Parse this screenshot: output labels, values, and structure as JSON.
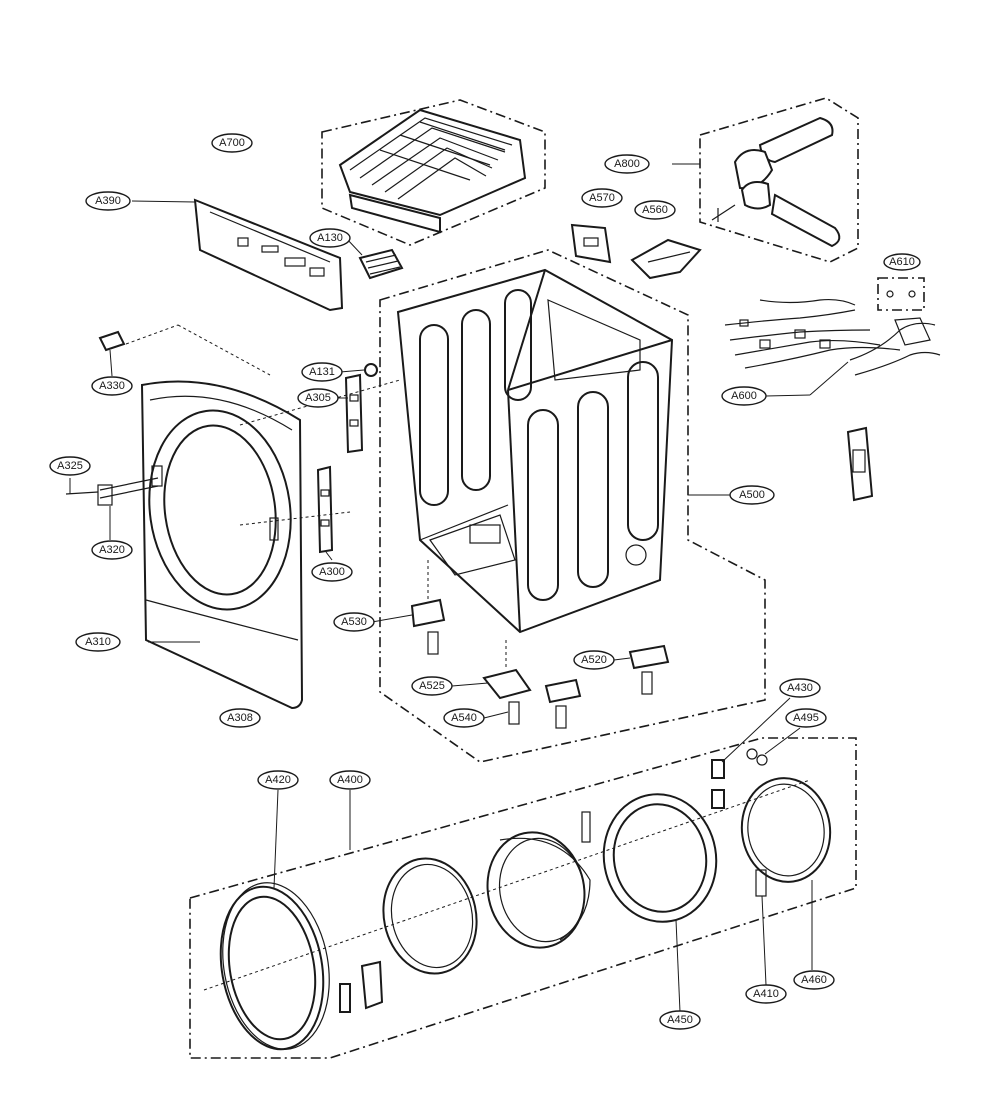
{
  "diagram": {
    "labels": [
      {
        "id": "A700",
        "text": "A700"
      },
      {
        "id": "A390",
        "text": "A390"
      },
      {
        "id": "A130",
        "text": "A130"
      },
      {
        "id": "A800",
        "text": "A800"
      },
      {
        "id": "A570",
        "text": "A570"
      },
      {
        "id": "A560",
        "text": "A560"
      },
      {
        "id": "A610",
        "text": "A610"
      },
      {
        "id": "A330",
        "text": "A330"
      },
      {
        "id": "A131",
        "text": "A131"
      },
      {
        "id": "A305",
        "text": "A305"
      },
      {
        "id": "A600",
        "text": "A600"
      },
      {
        "id": "A325",
        "text": "A325"
      },
      {
        "id": "A500",
        "text": "A500"
      },
      {
        "id": "A320",
        "text": "A320"
      },
      {
        "id": "A300",
        "text": "A300"
      },
      {
        "id": "A530",
        "text": "A530"
      },
      {
        "id": "A310",
        "text": "A310"
      },
      {
        "id": "A520",
        "text": "A520"
      },
      {
        "id": "A525",
        "text": "A525"
      },
      {
        "id": "A308",
        "text": "A308"
      },
      {
        "id": "A540",
        "text": "A540"
      },
      {
        "id": "A430",
        "text": "A430"
      },
      {
        "id": "A495",
        "text": "A495"
      },
      {
        "id": "A420",
        "text": "A420"
      },
      {
        "id": "A400",
        "text": "A400"
      },
      {
        "id": "A410",
        "text": "A410"
      },
      {
        "id": "A460",
        "text": "A460"
      },
      {
        "id": "A450",
        "text": "A450"
      }
    ]
  }
}
